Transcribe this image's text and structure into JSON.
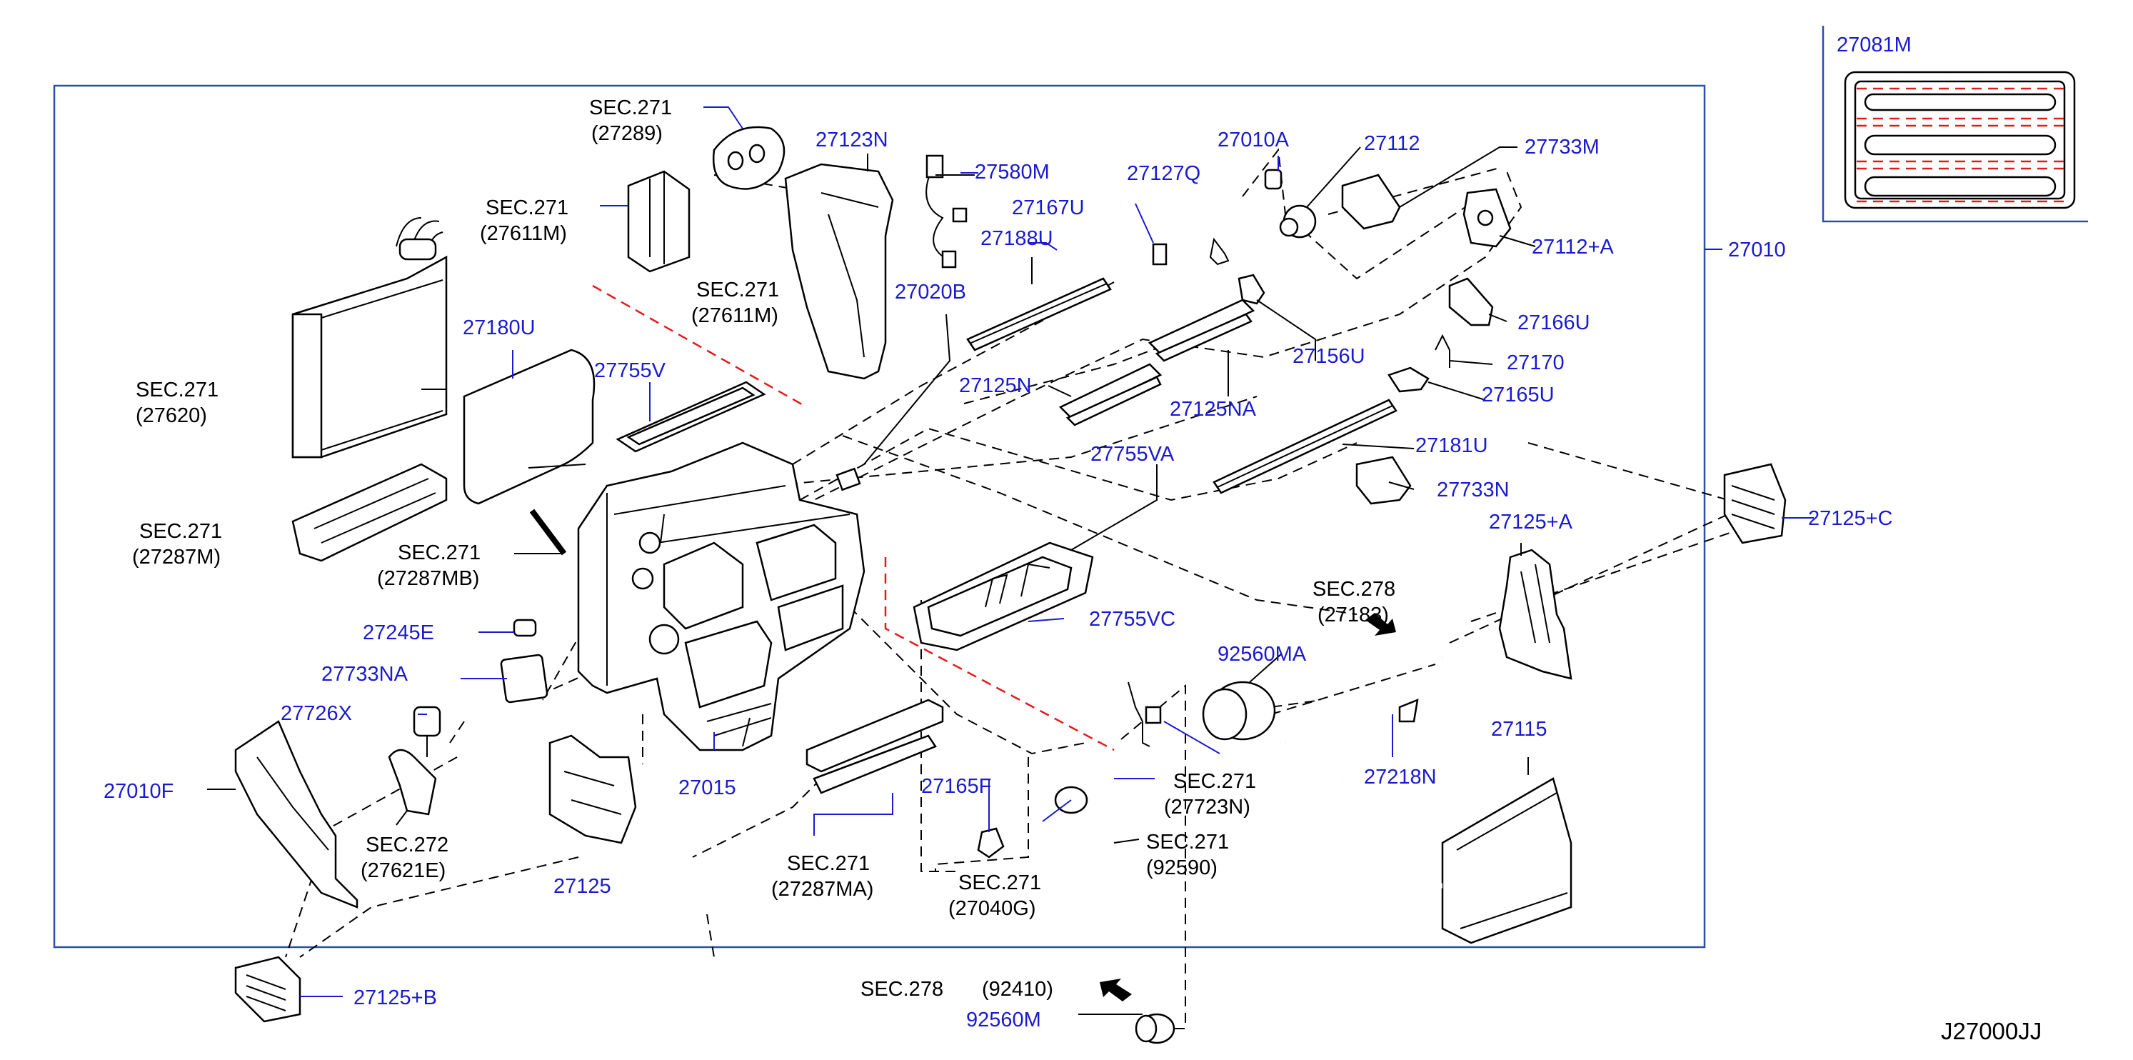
{
  "diagram_code": "J27000JJ",
  "main_ref": "27010",
  "inset_ref": "27081M",
  "labels": {
    "sec271_27289_a": "SEC.271",
    "sec271_27289_b": "(27289)",
    "sec271_27611M_1a": "SEC.271",
    "sec271_27611M_1b": "(27611M)",
    "sec271_27611M_2a": "SEC.271",
    "sec271_27611M_2b": "(27611M)",
    "sec271_27620_a": "SEC.271",
    "sec271_27620_b": "(27620)",
    "sec271_27287M_a": "SEC.271",
    "sec271_27287M_b": "(27287M)",
    "sec271_27287MB_a": "SEC.271",
    "sec271_27287MB_b": "(27287MB)",
    "sec272_27621E_a": "SEC.272",
    "sec272_27621E_b": "(27621E)",
    "sec271_27287MA_a": "SEC.271",
    "sec271_27287MA_b": "(27287MA)",
    "sec271_27040G_a": "SEC.271",
    "sec271_27040G_b": "(27040G)",
    "sec271_92590_a": "SEC.271",
    "sec271_92590_b": "(92590)",
    "sec271_27723N_a": "SEC.271",
    "sec271_27723N_b": "(27723N)",
    "sec278_27183_a": "SEC.278",
    "sec278_27183_b": "(27183)",
    "sec278_92410_a": "SEC.278",
    "sec278_92410_b": "(92410)",
    "p27123N": "27123N",
    "p27580M": "27580M",
    "p27010A": "27010A",
    "p27112": "27112",
    "p27733M": "27733M",
    "p27127Q": "27127Q",
    "p27167U": "27167U",
    "p27188U": "27188U",
    "p27020B": "27020B",
    "p27112A": "27112+A",
    "p27180U": "27180U",
    "p27755V": "27755V",
    "p27166U": "27166U",
    "p27156U": "27156U",
    "p27170": "27170",
    "p27125N": "27125N",
    "p27125NA": "27125NA",
    "p27165U": "27165U",
    "p27181U": "27181U",
    "p27755VA": "27755VA",
    "p27733N": "27733N",
    "p27125A": "27125+A",
    "p27125C": "27125+C",
    "p27245E": "27245E",
    "p27755VC": "27755VC",
    "p92560MA": "92560MA",
    "p27733NA": "27733NA",
    "p27726X": "27726X",
    "p27115": "27115",
    "p27010F": "27010F",
    "p27015": "27015",
    "p27165F": "27165F",
    "p27218N": "27218N",
    "p27125": "27125",
    "p27125B": "27125+B",
    "p92560M": "92560M"
  }
}
